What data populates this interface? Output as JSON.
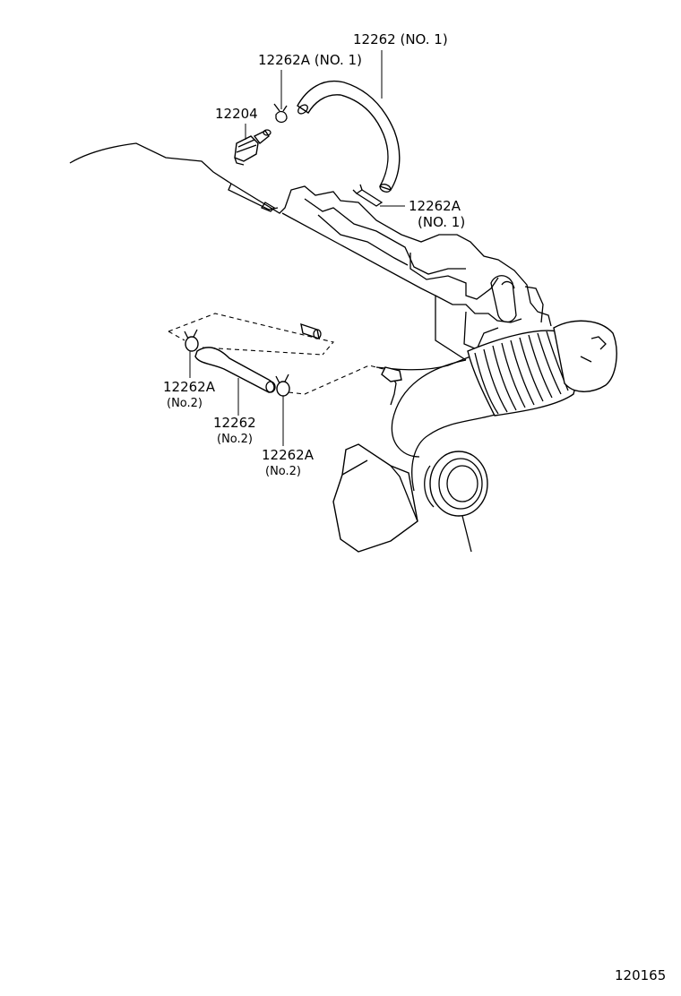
{
  "labels": {
    "hose_no1": "12262 (NO. 1)",
    "clamp_no1_top": "12262A (NO. 1)",
    "valve": "12204",
    "clamp_no1_right": "12262A",
    "clamp_no1_right_sub": "(NO. 1)",
    "clamp_no2_left": "12262A",
    "clamp_no2_left_sub": "(No.2)",
    "hose_no2": "12262",
    "hose_no2_sub": "(No.2)",
    "clamp_no2_right": "12262A",
    "clamp_no2_right_sub": "(No.2)"
  },
  "figure_number": "120165"
}
